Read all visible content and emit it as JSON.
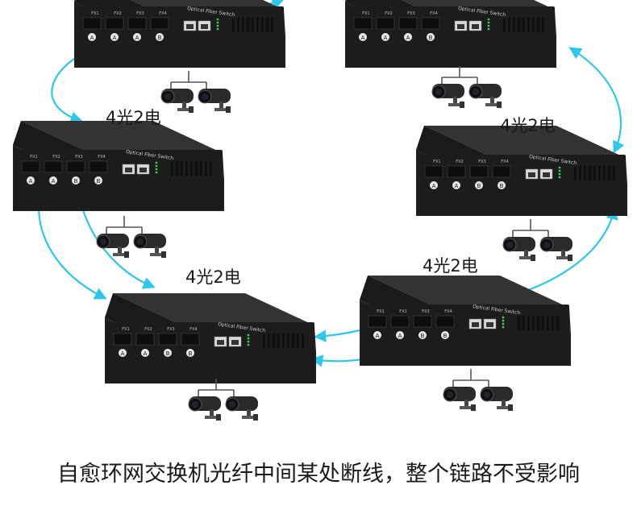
{
  "diagram": {
    "nodes": [
      {
        "id": "sw-1",
        "label": "",
        "ports": {
          "fx_labels": [
            "FX1",
            "FX2",
            "FX3",
            "FX4"
          ],
          "port_letters": [
            "A",
            "A",
            "A",
            "B"
          ]
        },
        "brand": "Optical Fiber Switch"
      },
      {
        "id": "sw-2",
        "label": "",
        "ports": {
          "fx_labels": [
            "FX1",
            "FX2",
            "FX3",
            "FX4"
          ],
          "port_letters": [
            "A",
            "A",
            "A",
            "B"
          ]
        },
        "brand": "Optical Fiber Switch"
      },
      {
        "id": "sw-3",
        "label": "4光2电",
        "ports": {
          "fx_labels": [
            "FX1",
            "FX2",
            "FX3",
            "FX4"
          ],
          "port_letters": [
            "A",
            "A",
            "B",
            "B"
          ]
        },
        "brand": "Optical Fiber Switch"
      },
      {
        "id": "sw-4",
        "label": "4光2电",
        "ports": {
          "fx_labels": [
            "FX1",
            "FX2",
            "FX3",
            "FX4"
          ],
          "port_letters": [
            "A",
            "A",
            "B",
            "B"
          ]
        },
        "brand": "Optical Fiber Switch"
      },
      {
        "id": "sw-5",
        "label": "4光2电",
        "ports": {
          "fx_labels": [
            "FX1",
            "FX2",
            "FX3",
            "FX4"
          ],
          "port_letters": [
            "A",
            "A",
            "B",
            "B"
          ]
        },
        "brand": "Optical Fiber Switch"
      },
      {
        "id": "sw-6",
        "label": "4光2电",
        "ports": {
          "fx_labels": [
            "FX1",
            "FX2",
            "FX3",
            "FX4"
          ],
          "port_letters": [
            "A",
            "A",
            "B",
            "B"
          ]
        },
        "brand": "Optical Fiber Switch"
      }
    ],
    "edges": [
      {
        "from": "sw-1",
        "to": "sw-3",
        "style": "bidirectional-arrow"
      },
      {
        "from": "sw-1",
        "to": "sw-2",
        "style": "bidirectional-arrow"
      },
      {
        "from": "sw-2",
        "to": "sw-4",
        "style": "bidirectional-arrow"
      },
      {
        "from": "sw-3",
        "to": "sw-5",
        "style": "bidirectional-arrow"
      },
      {
        "from": "sw-5",
        "to": "sw-6",
        "style": "bidirectional-arrow"
      },
      {
        "from": "sw-4",
        "to": "sw-6",
        "style": "bidirectional-arrow"
      }
    ],
    "cameras_per_switch": 2
  },
  "labels": {
    "l1": "4光2电",
    "l2": "4光2电",
    "l3": "4光2电",
    "l4": "4光2电"
  },
  "caption": "自愈环网交换机光纤中间某处断线，整个链路不受影响",
  "colors": {
    "arrow": "#2ec6ea",
    "device_top": "#2c2c2c",
    "device_front": "#1c1c1c",
    "camera": "#2a2a2a",
    "led": "#2fd24a"
  }
}
